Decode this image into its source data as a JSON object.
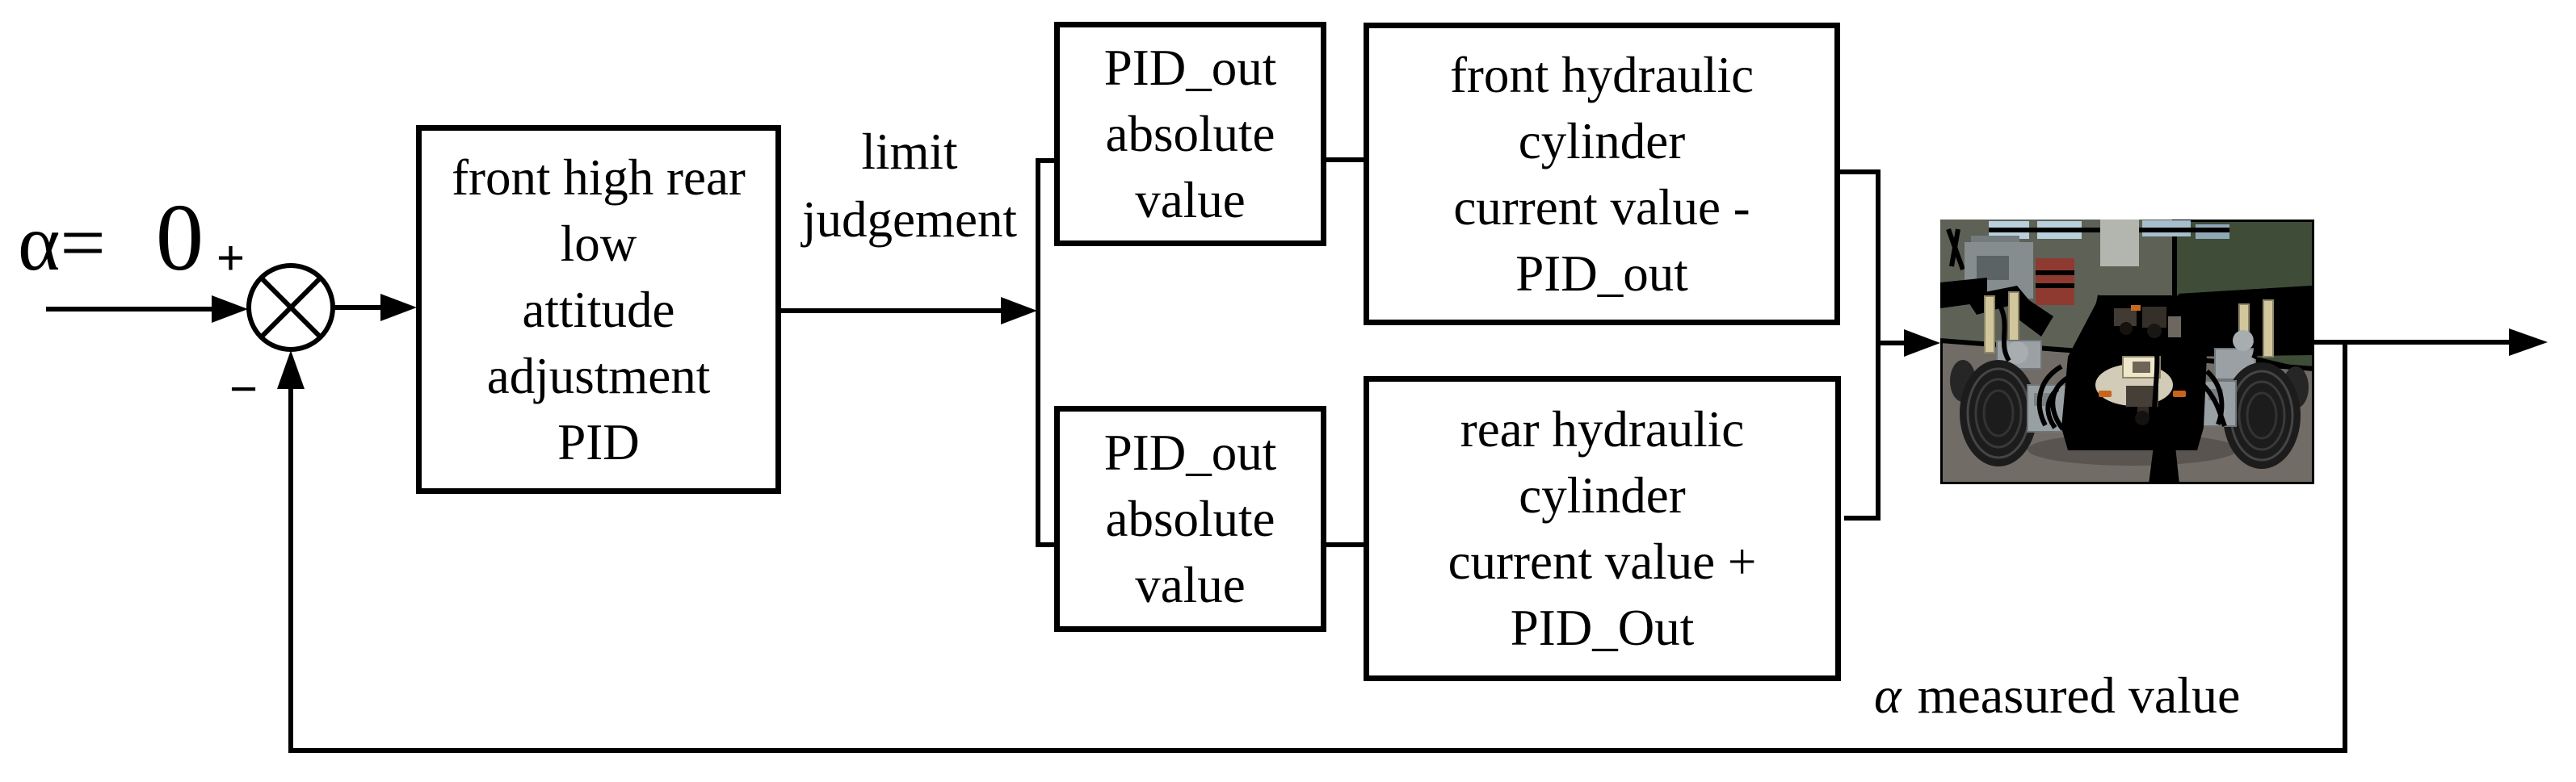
{
  "diagram": {
    "setpoint": {
      "symbol": "α=",
      "value": "0"
    },
    "summing": {
      "plus": "+",
      "minus": "−"
    },
    "labels": {
      "limit": [
        "limit",
        "judgement"
      ],
      "feedback_symbol": "α",
      "feedback_text": "measured value"
    },
    "blocks": {
      "pid": {
        "lines": [
          "front high rear",
          "low",
          "attitude",
          "adjustment",
          "PID"
        ]
      },
      "abs_top": {
        "lines": [
          "PID_out",
          "absolute",
          "value"
        ]
      },
      "abs_bottom": {
        "lines": [
          "PID_out",
          "absolute",
          "value"
        ]
      },
      "front_cylinder": {
        "lines": [
          "front hydraulic",
          "cylinder",
          "current value -",
          "PID_out"
        ]
      },
      "rear_cylinder": {
        "lines": [
          "rear hydraulic",
          "cylinder",
          "current value +",
          "PID_Out"
        ]
      }
    },
    "photo": {
      "semantic": "prototype vehicle with hydraulic suspension in workshop"
    },
    "colors": {
      "line": "#000000",
      "background": "#ffffff",
      "vehicle_tan": "#d9cea2",
      "cable_orange": "#dd7b22",
      "floor_stripe_yellow": "#c9ba2e",
      "wall_green": "#3e4c38"
    }
  }
}
